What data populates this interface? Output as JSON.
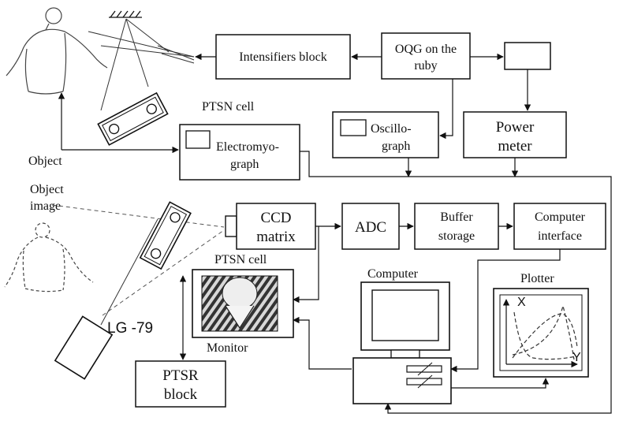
{
  "blocks": {
    "intensifiers": "Intensifiers block",
    "oqg_line1": "OQG on the",
    "oqg_line2": "ruby",
    "power_line1": "Power",
    "power_line2": "meter",
    "oscillo_line1": "Oscillo-",
    "oscillo_line2": "graph",
    "emg_line1": "Electromyo-",
    "emg_line2": "graph",
    "ccd_line1": "CCD",
    "ccd_line2": "matrix",
    "adc": "ADC",
    "buffer_line1": "Buffer",
    "buffer_line2": "storage",
    "ci_line1": "Computer",
    "ci_line2": "interface",
    "ptsr_line1": "PTSR",
    "ptsr_line2": "block"
  },
  "labels": {
    "ptsn_cell_top": "PTSN cell",
    "ptsn_cell_monitor": "PTSN cell",
    "object": "Object",
    "object_image_line1": "Object",
    "object_image_line2": "image",
    "computer": "Computer",
    "plotter": "Plotter",
    "monitor": "Monitor",
    "laser": "LG -79",
    "plot_x_axis": "Y",
    "plot_y_axis": "X"
  }
}
